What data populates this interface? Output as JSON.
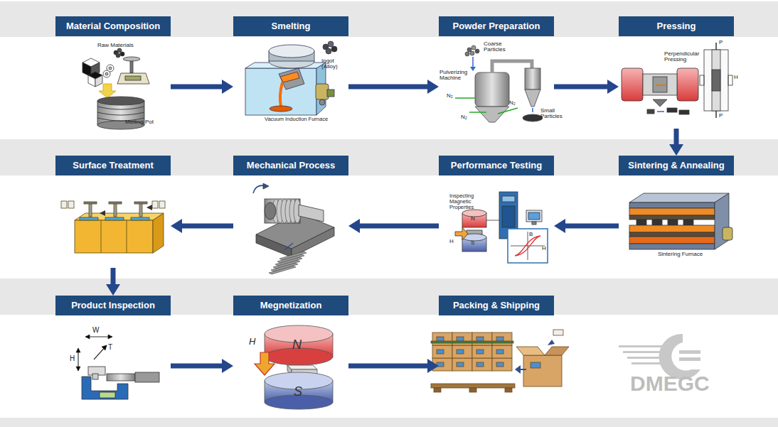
{
  "diagram": {
    "nodes": [
      {
        "text": [
          "Material Composition"
        ]
      },
      {
        "text": [
          "Smelting"
        ]
      },
      {
        "text": [
          "Powder Preparation"
        ]
      },
      {
        "text": [
          "Pressing"
        ]
      },
      {
        "text": [
          "Sintering & Annealing"
        ]
      },
      {
        "text": [
          "Performance Testing"
        ]
      },
      {
        "text": [
          "Mechanical Process"
        ]
      },
      {
        "text": [
          "Surface Treatment"
        ]
      },
      {
        "text": [
          "Product Inspection"
        ]
      },
      {
        "text": [
          "Megnetization"
        ]
      },
      {
        "text": [
          "Packing & Shipping"
        ]
      }
    ],
    "edges": [
      {
        "from": 0,
        "to": 1,
        "arrow": "to"
      },
      {
        "from": 1,
        "to": 2,
        "arrow": "to"
      },
      {
        "from": 2,
        "to": 3,
        "arrow": "to"
      },
      {
        "from": 3,
        "to": 4,
        "arrow": "to"
      },
      {
        "from": 4,
        "to": 5,
        "arrow": "to"
      },
      {
        "from": 5,
        "to": 6,
        "arrow": "to"
      },
      {
        "from": 6,
        "to": 7,
        "arrow": "to"
      },
      {
        "from": 7,
        "to": 8,
        "arrow": "to"
      },
      {
        "from": 8,
        "to": 9,
        "arrow": "to"
      },
      {
        "from": 9,
        "to": 10,
        "arrow": "to"
      }
    ],
    "labels": [
      "Raw Materials",
      "Melting Pot",
      "Ingot (Alloy)",
      "Vacuum Induction Furnace",
      "Coarse Particles",
      "Pulverizing Machine",
      "N₂",
      "N₂",
      "N₂",
      "Small Particles",
      "Perpendicular Pressing",
      "P",
      "P",
      "H",
      "Sintering Furnace",
      "Inspecting Magnetic Properties",
      "N",
      "H",
      "S",
      "B",
      "H",
      "W",
      "H",
      "T",
      "H",
      "N",
      "S",
      "DMEGC"
    ]
  }
}
